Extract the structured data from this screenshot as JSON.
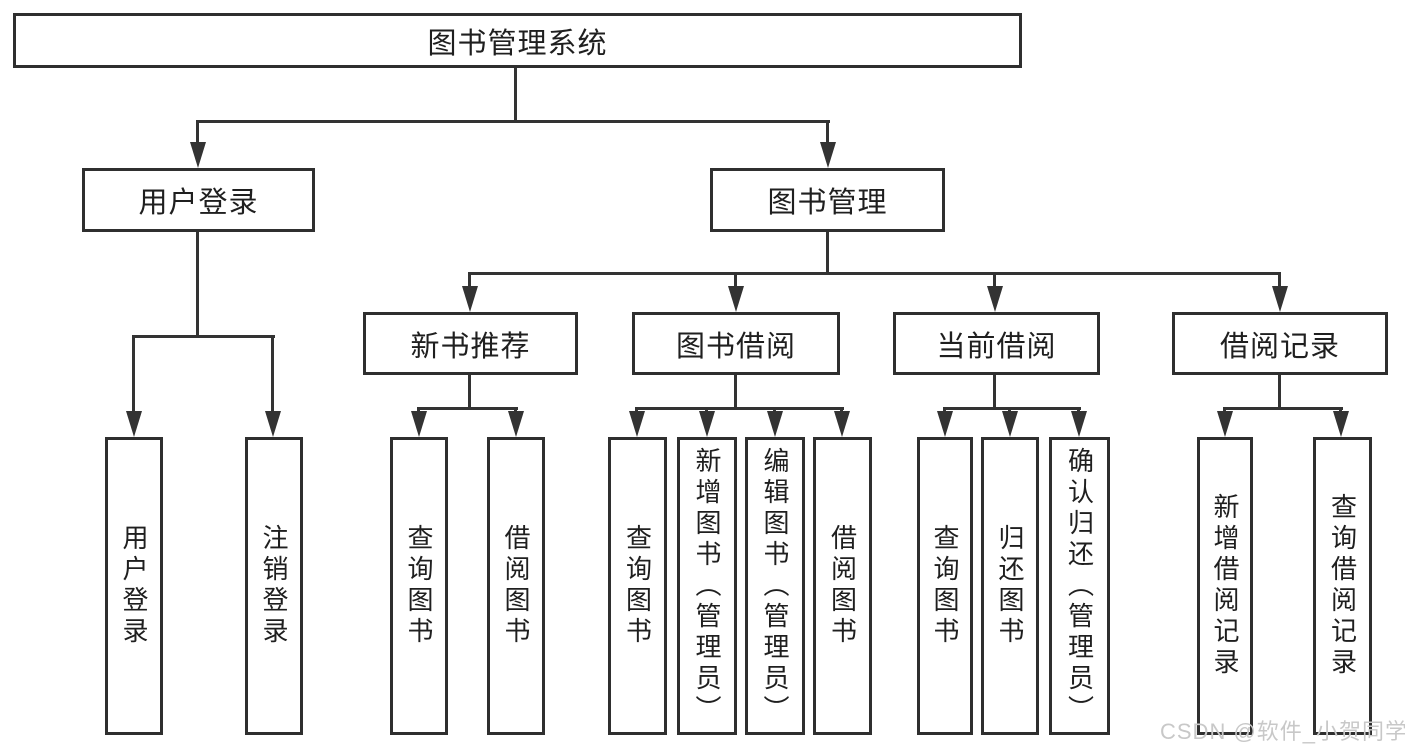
{
  "diagram": {
    "title": "图书管理系统",
    "level2": {
      "user_login": {
        "label": "用户登录"
      },
      "book_management": {
        "label": "图书管理"
      }
    },
    "level3": {
      "new_book_recommend": {
        "label": "新书推荐"
      },
      "book_borrowing": {
        "label": "图书借阅"
      },
      "current_borrowing": {
        "label": "当前借阅"
      },
      "borrowing_records": {
        "label": "借阅记录"
      }
    },
    "leaves": {
      "login_user_login": {
        "label": "用户登录"
      },
      "login_logout": {
        "label": "注销登录"
      },
      "rec_query_books": {
        "label": "查询图书"
      },
      "rec_borrow_books": {
        "label": "借阅图书"
      },
      "bor_query_books": {
        "label": "查询图书"
      },
      "bor_add_books": {
        "label": "新增图书（管理员）"
      },
      "bor_edit_books": {
        "label": "编辑图书（管理员）"
      },
      "bor_borrow_books": {
        "label": "借阅图书"
      },
      "cur_query_books": {
        "label": "查询图书"
      },
      "cur_return_books": {
        "label": "归还图书"
      },
      "cur_confirm_return": {
        "label": "确认归还（管理员）"
      },
      "log_add_record": {
        "label": "新增借阅记录"
      },
      "log_query_record": {
        "label": "查询借阅记录"
      }
    }
  },
  "watermark": {
    "text": "CSDN @软件_小贺同学"
  },
  "colors": {
    "line": "#333333",
    "box_border": "#2f2f2f",
    "text": "#1f1f1f",
    "watermark": "#c8c8c8",
    "background": "#ffffff"
  }
}
